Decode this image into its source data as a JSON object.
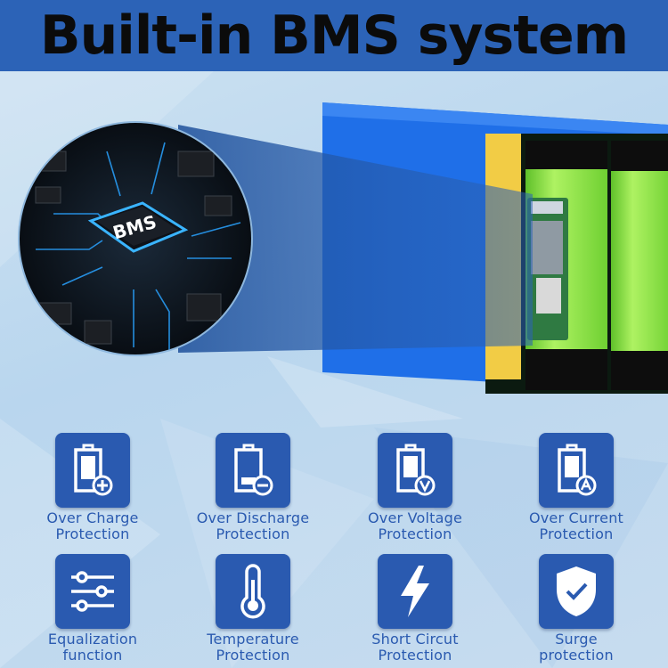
{
  "title": "Built-in BMS system",
  "chip_label": "BMS",
  "colors": {
    "title_bar": "#2c63b7",
    "tile": "#2a5ab0",
    "label": "#2a5ab0",
    "battery_case": "#1f6fe8",
    "insulation": "#f2cc45",
    "cell": "#8fe24a"
  },
  "features": [
    {
      "icon": "battery-plus-icon",
      "line1": "Over Charge",
      "line2": "Protection"
    },
    {
      "icon": "battery-minus-icon",
      "line1": "Over Discharge",
      "line2": "Protection"
    },
    {
      "icon": "battery-voltage-icon",
      "line1": "Over Voltage",
      "line2": "Protection"
    },
    {
      "icon": "battery-current-icon",
      "line1": "Over Current",
      "line2": "Protection"
    },
    {
      "icon": "sliders-icon",
      "line1": "Equalization",
      "line2": "function"
    },
    {
      "icon": "thermometer-icon",
      "line1": "Temperature",
      "line2": "Protection"
    },
    {
      "icon": "lightning-icon",
      "line1": "Short Circut",
      "line2": "Protection"
    },
    {
      "icon": "shield-check-icon",
      "line1": "Surge",
      "line2": "protection"
    }
  ]
}
